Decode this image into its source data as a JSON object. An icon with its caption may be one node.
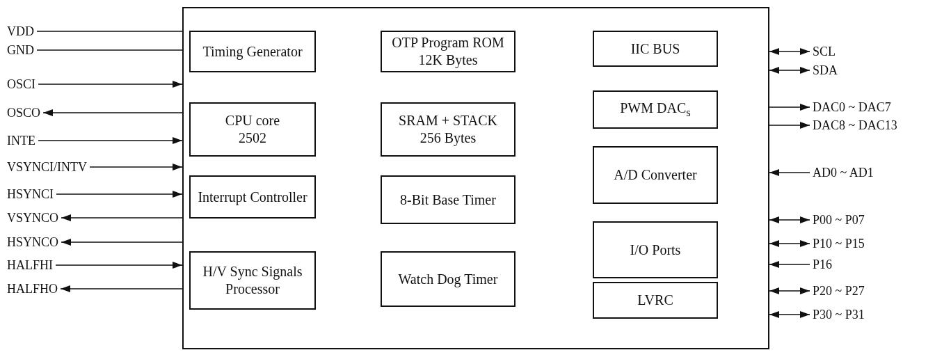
{
  "diagram": {
    "nodes": [
      {
        "text": [],
        "shape": "box"
      },
      {
        "text": [
          "Timing Generator"
        ],
        "in": 0
      },
      {
        "text": [
          "CPU core",
          "2502"
        ],
        "in": 0
      },
      {
        "text": [
          "Interrupt Controller"
        ],
        "in": 0
      },
      {
        "text": [
          "H/V Sync Signals Processor"
        ],
        "in": 0
      },
      {
        "text": [
          "OTP Program ROM",
          "12K Bytes"
        ],
        "in": 0
      },
      {
        "text": [
          "SRAM + STACK",
          "256 Bytes"
        ],
        "in": 0
      },
      {
        "text": [
          "8-Bit Base Timer"
        ],
        "in": 0
      },
      {
        "text": [
          "Watch Dog Timer"
        ],
        "in": 0
      },
      {
        "text": [
          "IIC BUS"
        ],
        "in": 0
      },
      {
        "text": [
          "PWM DAC$_{s}$"
        ],
        "in": 0
      },
      {
        "text": [
          "A/D Converter"
        ],
        "in": 0
      },
      {
        "text": [
          "I/O Ports"
        ],
        "in": 0
      },
      {
        "text": [
          "LVRC"
        ],
        "in": 0
      },
      {
        "text": [
          "VDD"
        ]
      },
      {
        "text": [
          "GND"
        ]
      },
      {
        "text": [
          "OSCI"
        ]
      },
      {
        "text": [
          "OSCO"
        ]
      },
      {
        "text": [
          "INTE"
        ]
      },
      {
        "text": [
          "VSYNCI/INTV"
        ]
      },
      {
        "text": [
          "HSYNCI"
        ]
      },
      {
        "text": [
          "VSYNCO"
        ]
      },
      {
        "text": [
          "HSYNCO"
        ]
      },
      {
        "text": [
          "HALFHI"
        ]
      },
      {
        "text": [
          "HALFHO"
        ]
      },
      {
        "text": [
          "SCL"
        ]
      },
      {
        "text": [
          "SDA"
        ]
      },
      {
        "text": [
          "DAC0 ~ DAC7"
        ]
      },
      {
        "text": [
          "DAC8 ~ DAC13"
        ]
      },
      {
        "text": [
          "AD0 ~ AD1"
        ]
      },
      {
        "text": [
          "P00 ~ P07"
        ]
      },
      {
        "text": [
          "P10 ~ P15"
        ]
      },
      {
        "text": [
          "P16"
        ]
      },
      {
        "text": [
          "P20 ~ P27"
        ]
      },
      {
        "text": [
          "P30 ~ P31"
        ]
      }
    ],
    "edges": [
      {
        "from": 14,
        "to": 0,
        "arrow": "none"
      },
      {
        "from": 15,
        "to": 0,
        "arrow": "none"
      },
      {
        "from": 16,
        "to": 0,
        "arrow": "to"
      },
      {
        "from": 0,
        "to": 17,
        "arrow": "to"
      },
      {
        "from": 18,
        "to": 0,
        "arrow": "to"
      },
      {
        "from": 19,
        "to": 0,
        "arrow": "to"
      },
      {
        "from": 20,
        "to": 0,
        "arrow": "to"
      },
      {
        "from": 0,
        "to": 21,
        "arrow": "to"
      },
      {
        "from": 0,
        "to": 22,
        "arrow": "to"
      },
      {
        "from": 23,
        "to": 0,
        "arrow": "to"
      },
      {
        "from": 0,
        "to": 24,
        "arrow": "to"
      },
      {
        "from": 0,
        "to": 25,
        "arrow": "both"
      },
      {
        "from": 0,
        "to": 26,
        "arrow": "both"
      },
      {
        "from": 0,
        "to": 27,
        "arrow": "to"
      },
      {
        "from": 0,
        "to": 28,
        "arrow": "to"
      },
      {
        "from": 29,
        "to": 0,
        "arrow": "to"
      },
      {
        "from": 0,
        "to": 30,
        "arrow": "both"
      },
      {
        "from": 0,
        "to": 31,
        "arrow": "both"
      },
      {
        "from": 32,
        "to": 0,
        "arrow": "to"
      },
      {
        "from": 0,
        "to": 33,
        "arrow": "both"
      },
      {
        "from": 0,
        "to": 34,
        "arrow": "both"
      }
    ]
  }
}
